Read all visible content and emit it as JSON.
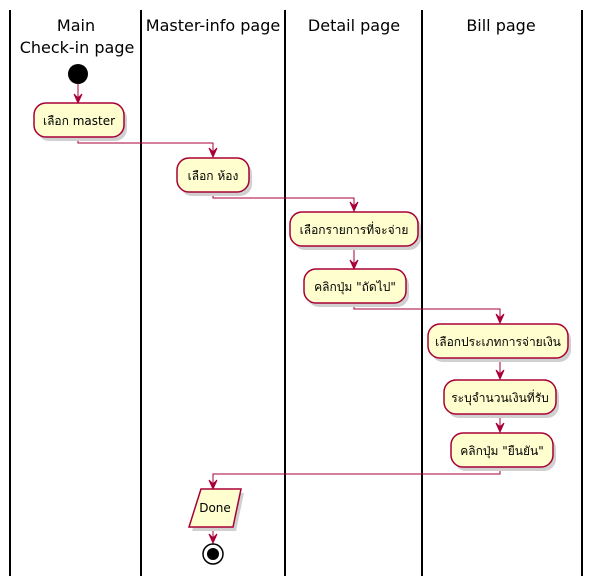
{
  "swimlanes": [
    {
      "title_lines": [
        "Main",
        "Check-in page"
      ]
    },
    {
      "title_lines": [
        "Master-info page"
      ]
    },
    {
      "title_lines": [
        "Detail page"
      ]
    },
    {
      "title_lines": [
        "Bill page"
      ]
    }
  ],
  "nodes": {
    "select_master": "เลือก master",
    "select_room": "เลือก ห้อง",
    "select_items": "เลือกรายการที่จะจ่าย",
    "click_next": "คลิกปุ่ม \"ถัดไป\"",
    "select_payment_type": "เลือกประเภทการจ่ายเงิน",
    "enter_amount": "ระบุจำนวนเงินที่รับ",
    "click_confirm": "คลิกปุ่ม \"ยืนยัน\"",
    "done": "Done"
  },
  "colors": {
    "node_fill": "#FEFECE",
    "node_border": "#A80036",
    "edge": "#A80036",
    "start_end": "#000000"
  }
}
